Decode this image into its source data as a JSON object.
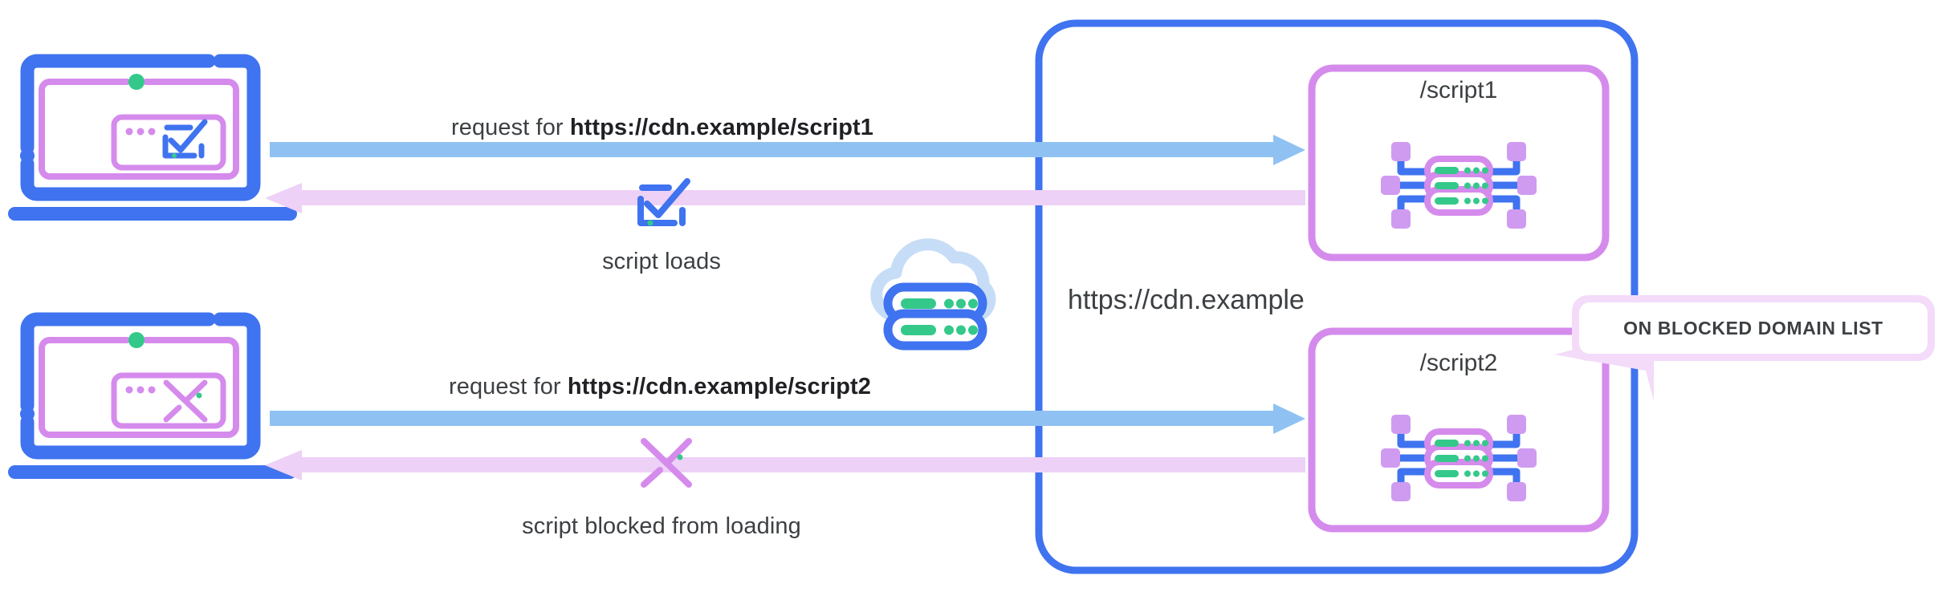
{
  "diagram": {
    "title_cdn": "https://cdn.example",
    "colors": {
      "blue": "#3f73ef",
      "blue_arrow": "#8fc2f3",
      "purple": "#d58bec",
      "purple_arrow": "#eed1f7",
      "green": "#34c98a",
      "cloud_blue": "#c7ddf7",
      "text": "#3c4043",
      "callout_fill": "#f3dbf9"
    },
    "flows": [
      {
        "id": "script1",
        "request_prefix": "request for ",
        "request_url": "https://cdn.example/script1",
        "result_label": "script loads",
        "result_icon": "check-square-icon",
        "client_icon": "check-square-icon",
        "endpoint_label": "/script1",
        "endpoint_icon": "server-network-icon",
        "blocked": false
      },
      {
        "id": "script2",
        "request_prefix": "request for ",
        "request_url": "https://cdn.example/script2",
        "result_label": "script blocked from loading",
        "result_icon": "x-cross-icon",
        "client_icon": "x-cross-icon",
        "endpoint_label": "/script2",
        "endpoint_icon": "server-network-icon",
        "blocked": true
      }
    ],
    "cloud": {
      "icon": "cloud-server-icon"
    },
    "callout": {
      "text": "ON BLOCKED DOMAIN LIST",
      "points_to": "/script2"
    }
  }
}
